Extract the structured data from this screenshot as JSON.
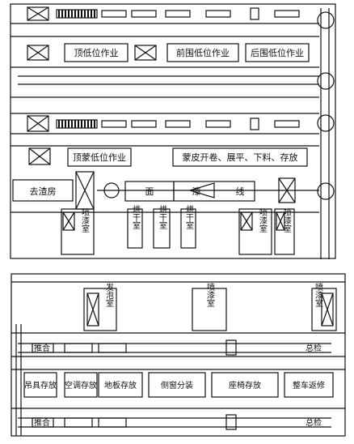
{
  "labels": {
    "top_low_position": "顶低位作业",
    "front_door_low": "前围低位作业",
    "rear_door_low": "后围低位作业",
    "top_skin_low": "顶蒙低位作业",
    "skin_ops": "蒙皮开卷、展平、下料、存放",
    "degreasing_room": "去渣房",
    "paint_line": [
      "面",
      "漆",
      "线"
    ],
    "spray_room": "喷漆室",
    "drying_room": "烘干室",
    "foaming_room": "发泡室",
    "spray_room_mid": "喷漆室",
    "spray_room_right": "喷漆室",
    "push_left_top": "推合",
    "push_left_bottom": "推合",
    "assembly_right_top": "总检",
    "assembly_right_bottom": "总检",
    "hanger_storage": "吊具存放",
    "ac_storage": "空调存放",
    "floor_storage": "地板存放",
    "side_window": "侧窗分装",
    "seat_storage": "座椅存放",
    "vehicle_repair": "整车返修"
  }
}
